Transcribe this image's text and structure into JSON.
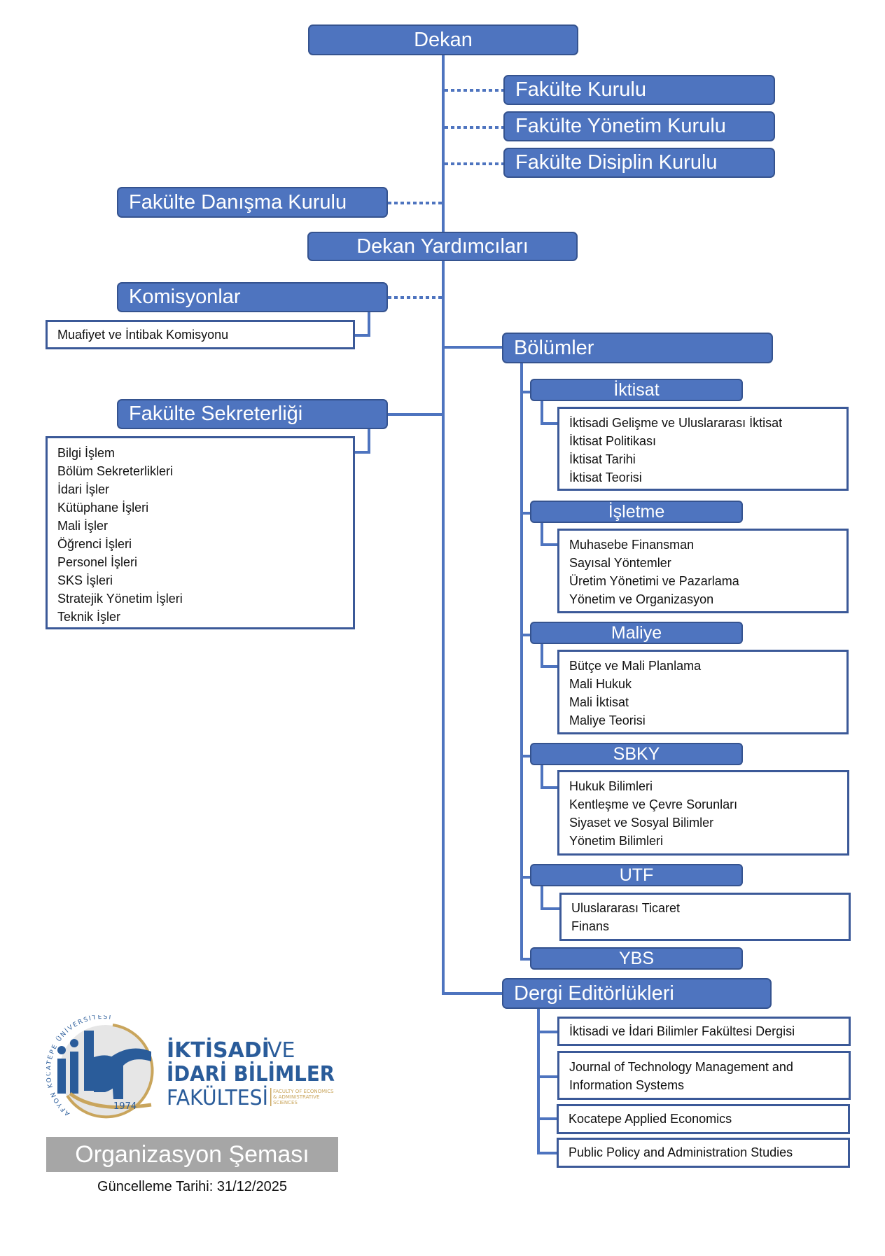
{
  "dekan": "Dekan",
  "councils": [
    "Fakülte Kurulu",
    "Fakülte Yönetim Kurulu",
    "Fakülte Disiplin Kurulu"
  ],
  "advisory_board": "Fakülte Danışma Kurulu",
  "vice_deans": "Dekan Yardımcıları",
  "commissions": {
    "title": "Komisyonlar",
    "items": [
      "Muafiyet ve İntibak Komisyonu"
    ]
  },
  "secretariat": {
    "title": "Fakülte Sekreterliği",
    "items": [
      "Bilgi İşlem",
      "Bölüm Sekreterlikleri",
      "İdari İşler",
      "Kütüphane İşleri",
      "Mali İşler",
      "Öğrenci İşleri",
      "Personel İşleri",
      "SKS İşleri",
      "Stratejik Yönetim İşleri",
      "Teknik İşler"
    ]
  },
  "departments": {
    "title": "Bölümler",
    "items": [
      {
        "name": "İktisat",
        "subs": [
          "İktisadi Gelişme ve Uluslararası İktisat",
          "İktisat Politikası",
          "İktisat Tarihi",
          "İktisat Teorisi"
        ]
      },
      {
        "name": "İşletme",
        "subs": [
          "Muhasebe Finansman",
          "Sayısal Yöntemler",
          "Üretim Yönetimi ve Pazarlama",
          "Yönetim ve Organizasyon"
        ]
      },
      {
        "name": "Maliye",
        "subs": [
          "Bütçe ve Mali Planlama",
          "Mali Hukuk",
          "Mali İktisat",
          "Maliye Teorisi"
        ]
      },
      {
        "name": "SBKY",
        "subs": [
          "Hukuk Bilimleri",
          "Kentleşme ve Çevre Sorunları",
          "Siyaset ve Sosyal Bilimler",
          "Yönetim Bilimleri"
        ]
      },
      {
        "name": "UTF",
        "subs": [
          "Uluslararası Ticaret",
          "Finans"
        ]
      },
      {
        "name": "YBS",
        "subs": []
      }
    ]
  },
  "journals": {
    "title": "Dergi Editörlükleri",
    "items": [
      {
        "line1": "İktisadi ve İdari Bilimler Fakültesi Dergisi"
      },
      {
        "line1": "Journal of Technology Management and",
        "line2": "Information Systems"
      },
      {
        "line1": "Kocatepe Applied Economics"
      },
      {
        "line1": "Public Policy and Administration Studies"
      }
    ]
  },
  "logo": {
    "arc_text": "AFYON KOCATEPE ÜNİVERSİTESİ",
    "monogram": "iibf",
    "year": "1974",
    "line1a": "İKTİSADİ",
    "line1b": "VE",
    "line2": "İDARİ BİLİMLER",
    "line3": "FAKÜLTESİ",
    "en1": "FACULTY OF ECONOMICS",
    "en2": "& ADMINISTRATIVE",
    "en3": "SCIENCES"
  },
  "footer": {
    "title": "Organizasyon Şeması",
    "update": "Güncelleme Tarihi: 31/12/2025"
  },
  "colors": {
    "node": "#4e74bf",
    "node_border": "#35538f",
    "gold": "#c9a55c",
    "title_bar": "#a6a6a6"
  }
}
